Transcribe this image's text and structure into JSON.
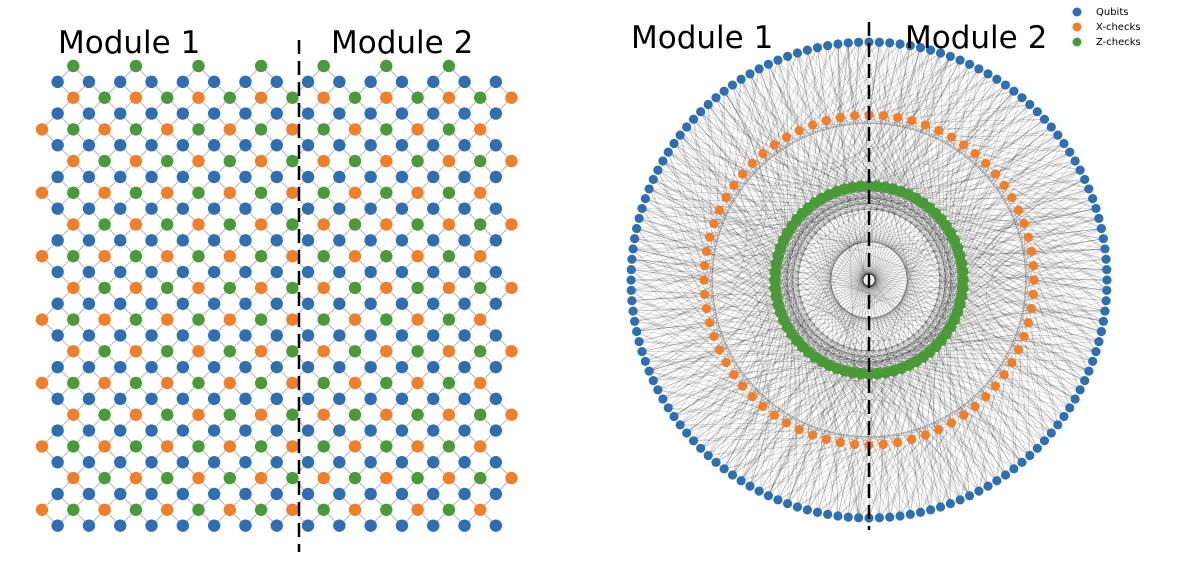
{
  "panels": [
    {
      "module_1_label": "Module 1",
      "module_2_label": "Module 2"
    },
    {
      "module_1_label": "Module 1",
      "module_2_label": "Module 2"
    }
  ],
  "legend": {
    "items": [
      {
        "label": "Qubits",
        "color": "#2f6eaf"
      },
      {
        "label": "X-checks",
        "color": "#ef7f2a"
      },
      {
        "label": "Z-checks",
        "color": "#4a9a3a"
      }
    ]
  },
  "colors": {
    "qubit": "#2f6eaf",
    "x_check": "#ef7f2a",
    "z_check": "#4a9a3a",
    "edge": "#b5b5b5",
    "divider": "#000000"
  }
}
